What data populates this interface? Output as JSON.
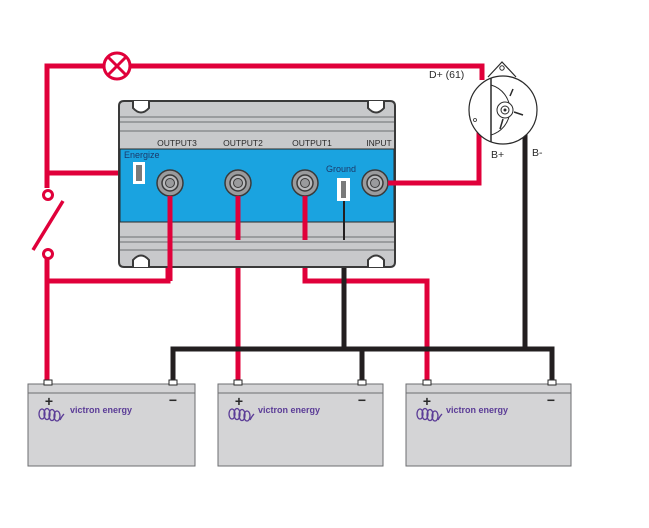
{
  "colors": {
    "positive_wire": "#e0003a",
    "negative_wire": "#231f20",
    "isolator_body": "#c8c9cb",
    "isolator_panel": "#1aa3e0",
    "battery_body": "#d4d4d6",
    "brand": "#5b3c97"
  },
  "isolator": {
    "labels": {
      "output3": "OUTPUT3",
      "output2": "OUTPUT2",
      "output1": "OUTPUT1",
      "input": "INPUT",
      "energize": "Energize",
      "ground": "Ground"
    }
  },
  "alternator": {
    "d_plus": "D+ (61)",
    "b_plus": "B+",
    "b_minus": "B-"
  },
  "components": {
    "lamp_icon": "warning-lamp-icon",
    "switch_icon": "ignition-switch-icon"
  },
  "batteries": [
    {
      "brand": "victron energy",
      "plus": "+",
      "minus": "−"
    },
    {
      "brand": "victron energy",
      "plus": "+",
      "minus": "−"
    },
    {
      "brand": "victron energy",
      "plus": "+",
      "minus": "−"
    }
  ]
}
